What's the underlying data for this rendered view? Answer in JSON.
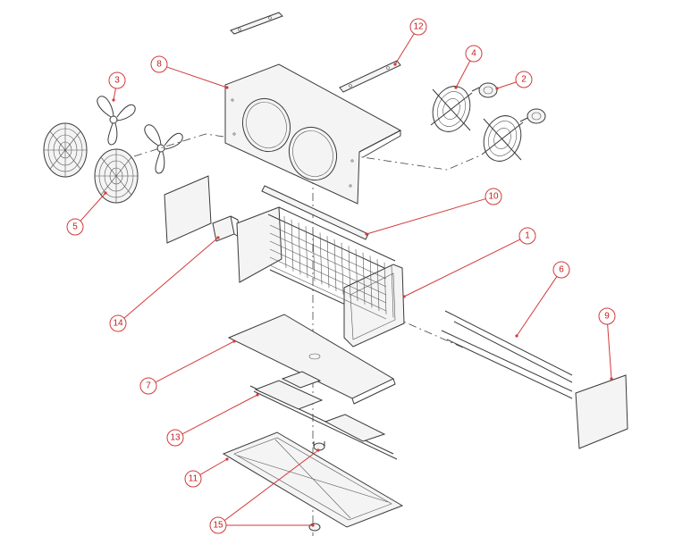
{
  "callouts": [
    {
      "id": "c1",
      "label": "1"
    },
    {
      "id": "c2",
      "label": "2"
    },
    {
      "id": "c3",
      "label": "3"
    },
    {
      "id": "c4",
      "label": "4"
    },
    {
      "id": "c5",
      "label": "5"
    },
    {
      "id": "c6",
      "label": "6"
    },
    {
      "id": "c7",
      "label": "7"
    },
    {
      "id": "c8",
      "label": "8"
    },
    {
      "id": "c9",
      "label": "9"
    },
    {
      "id": "c10",
      "label": "10"
    },
    {
      "id": "c11",
      "label": "11"
    },
    {
      "id": "c12",
      "label": "12"
    },
    {
      "id": "c13",
      "label": "13"
    },
    {
      "id": "c14",
      "label": "14"
    },
    {
      "id": "c15",
      "label": "15"
    }
  ],
  "colors": {
    "line": "#3a3a3a",
    "callout": "#d23a3a",
    "background": "#ffffff"
  }
}
